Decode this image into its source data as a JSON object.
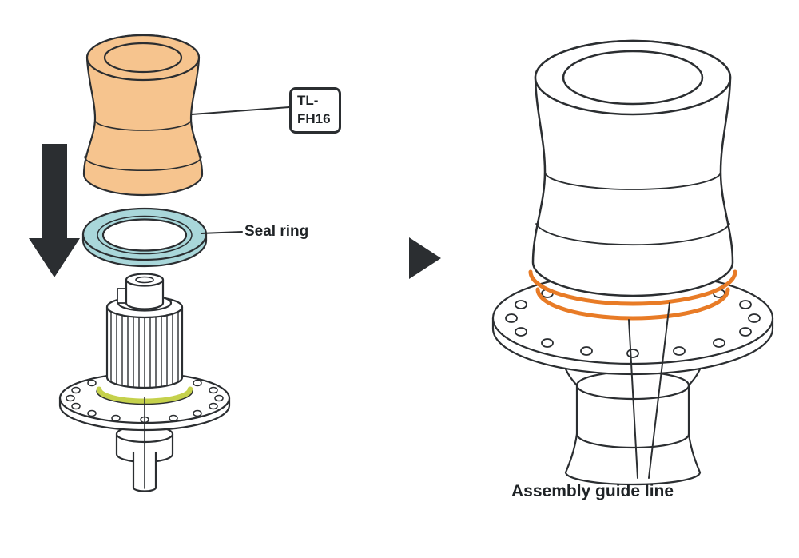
{
  "labels": {
    "tool_code_line1": "TL-",
    "tool_code_line2": "FH16",
    "seal_ring": "Seal ring",
    "assembly_guide_line": "Assembly guide line"
  },
  "colors": {
    "background": "#ffffff",
    "outline": "#2b2e31",
    "label_text": "#1f2326",
    "tool_fill": "#f6c48e",
    "seal_ring_fill": "#a9d7da",
    "seal_ring_hole": "#ffffff",
    "hub_seal_fill": "#c5d14c",
    "guide_line": "#e87b26",
    "arrow": "#2b2e31"
  }
}
